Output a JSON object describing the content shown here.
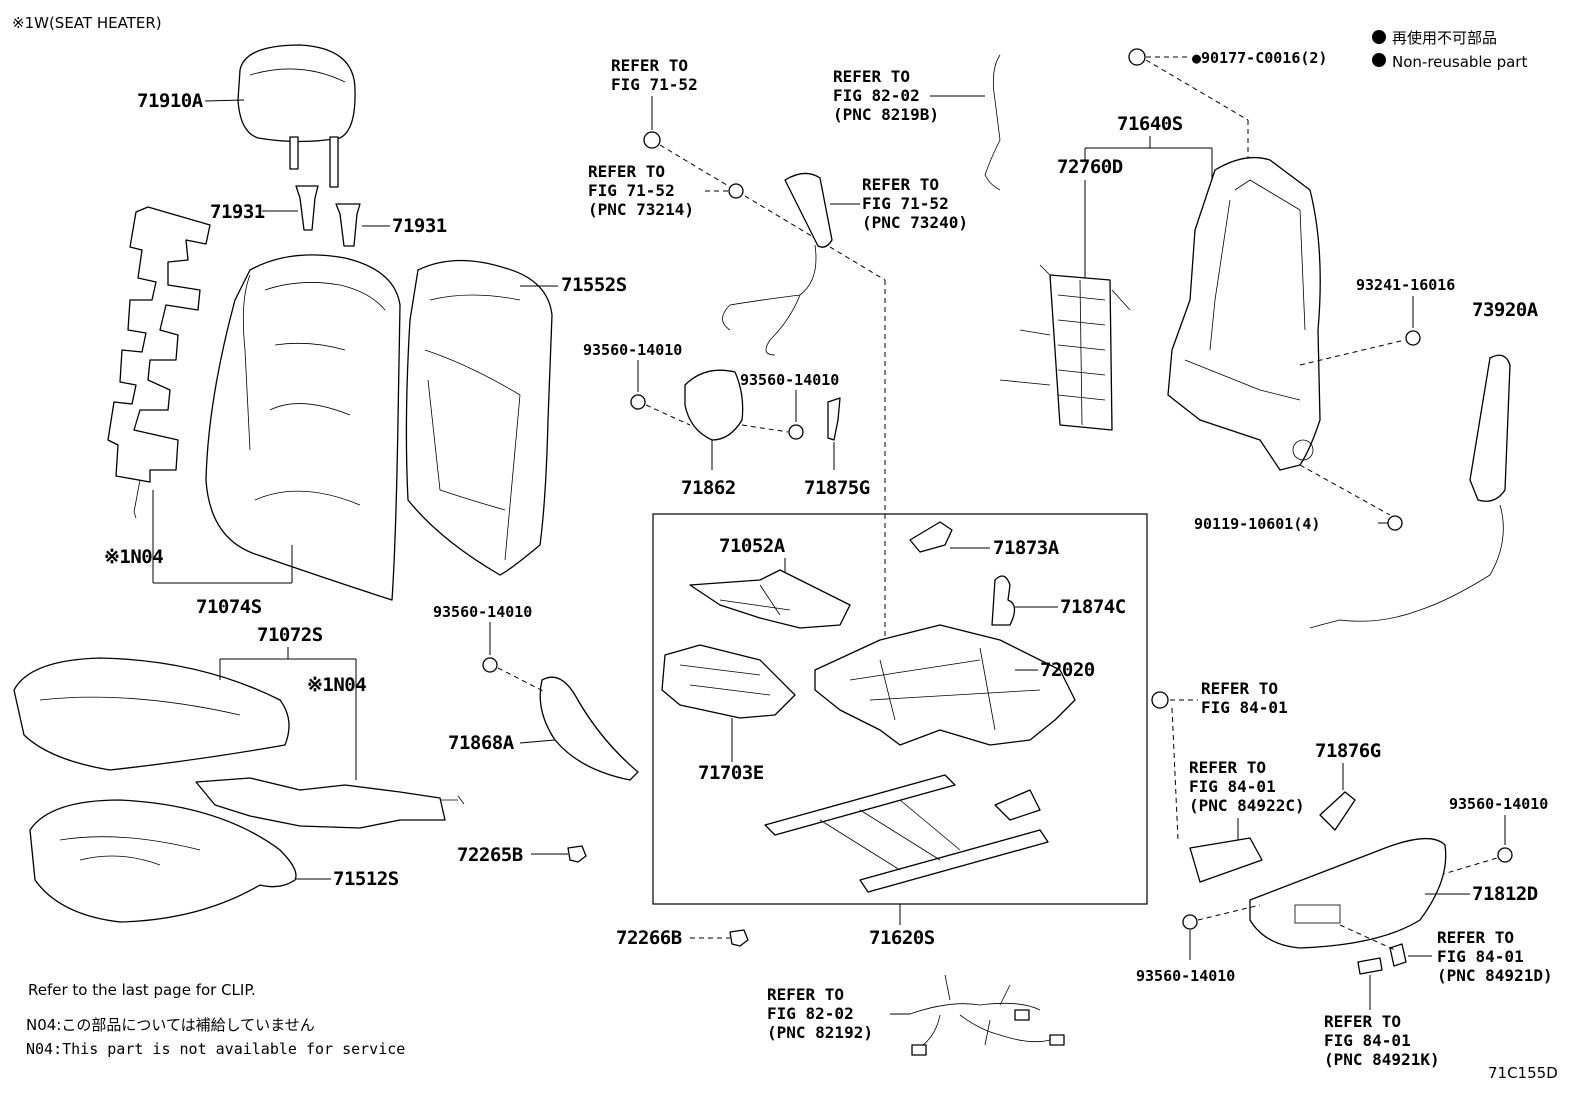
{
  "header": {
    "seat_heater_note": "※1W(SEAT HEATER)"
  },
  "legend": {
    "jp": "再使用不可部品",
    "en": "Non-reusable part"
  },
  "parts": {
    "p71910A": "71910A",
    "p71931a": "71931",
    "p71931b": "71931",
    "p71552S": "71552S",
    "p71074S": "71074S",
    "p71072S": "71072S",
    "p71512S": "71512S",
    "p71868A": "71868A",
    "p72265B": "72265B",
    "p72266B": "72266B",
    "p71862": "71862",
    "p71875G": "71875G",
    "p71052A": "71052A",
    "p71873A": "71873A",
    "p71874C": "71874C",
    "p72020": "72020",
    "p71703E": "71703E",
    "p71620S": "71620S",
    "p71640S": "71640S",
    "p72760D": "72760D",
    "p73920A": "73920A",
    "p71876G": "71876G",
    "p71812D": "71812D",
    "bolt_93560_a": "93560-14010",
    "bolt_93560_b": "93560-14010",
    "bolt_93560_c": "93560-14010",
    "bolt_93560_d": "93560-14010",
    "bolt_93560_e": "93560-14010",
    "bolt_93241": "93241-16016",
    "bolt_90119": "90119-10601(4)",
    "nut_90177": "●90177-C0016(2)",
    "n04_a": "※1N04",
    "n04_b": "※1N04"
  },
  "refs": {
    "r1": [
      "REFER TO",
      "FIG 71-52"
    ],
    "r2": [
      "REFER TO",
      "FIG 71-52",
      "(PNC 73214)"
    ],
    "r3": [
      "REFER TO",
      "FIG 71-52",
      "(PNC 73240)"
    ],
    "r4": [
      "REFER TO",
      "FIG 82-02",
      "(PNC 8219B)"
    ],
    "r5": [
      "REFER TO",
      "FIG 84-01"
    ],
    "r6": [
      "REFER TO",
      "FIG 84-01",
      "(PNC 84922C)"
    ],
    "r7": [
      "REFER TO",
      "FIG 84-01",
      "(PNC 84921D)"
    ],
    "r8": [
      "REFER TO",
      "FIG 84-01",
      "(PNC 84921K)"
    ],
    "r9": [
      "REFER TO",
      "FIG 82-02",
      "(PNC 82192)"
    ]
  },
  "footer": {
    "clip_note": "Refer to the last page for CLIP.",
    "n04_jp": "N04:この部品については補給していません",
    "n04_en": "N04:This part is not available for service",
    "fig_code": "71C155D"
  }
}
